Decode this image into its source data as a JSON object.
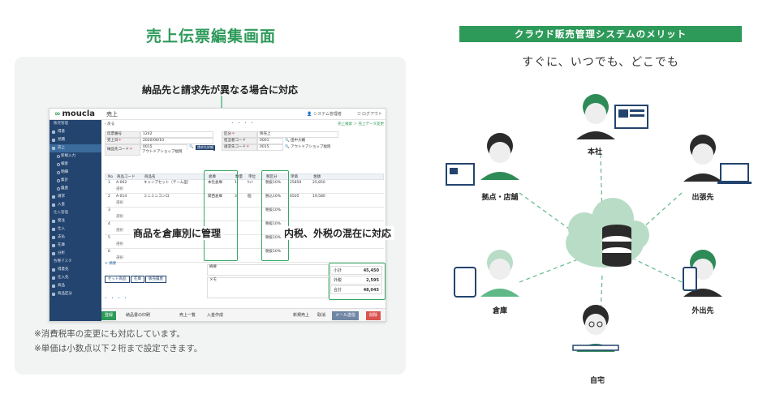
{
  "left": {
    "title": "売上伝票編集画面",
    "callout_top": "納品先と請求先が異なる場合に対応",
    "callout_warehouse": "商品を倉庫別に管理",
    "callout_tax": "内税、外税の混在に対応",
    "notes": [
      "※消費税率の変更にも対応しています。",
      "※単価は小数点以下２桁まで設定できます。"
    ]
  },
  "app": {
    "logo": "moucla",
    "title": "売上",
    "user": "システム管理者",
    "logout": "ログアウト",
    "back": "戻る",
    "breadcrumb": "売上検索 ＞ 売上データ変更",
    "sidebar": [
      {
        "label": "販売管理",
        "type": "head"
      },
      {
        "label": "得意",
        "type": "item"
      },
      {
        "label": "見積",
        "type": "item"
      },
      {
        "label": "売上",
        "type": "active"
      },
      {
        "label": "新規入力",
        "type": "sub"
      },
      {
        "label": "検索",
        "type": "sub"
      },
      {
        "label": "明細",
        "type": "sub"
      },
      {
        "label": "集計",
        "type": "sub"
      },
      {
        "label": "履歴",
        "type": "sub"
      },
      {
        "label": "請求",
        "type": "item"
      },
      {
        "label": "入金",
        "type": "item"
      },
      {
        "label": "仕入管理",
        "type": "head"
      },
      {
        "label": "発注",
        "type": "item"
      },
      {
        "label": "仕入",
        "type": "item"
      },
      {
        "label": "支払",
        "type": "item"
      },
      {
        "label": "在庫",
        "type": "item"
      },
      {
        "label": "分析",
        "type": "item"
      },
      {
        "label": "各種マスタ",
        "type": "head"
      },
      {
        "label": "得意先",
        "type": "item"
      },
      {
        "label": "仕入先",
        "type": "item"
      },
      {
        "label": "商品",
        "type": "item"
      },
      {
        "label": "商品区分",
        "type": "item"
      }
    ],
    "form": {
      "slip_no_label": "伝票番号",
      "slip_no": "1242",
      "date_label": "売上日",
      "date": "2020/06/10",
      "delivery_label": "納品先コード",
      "delivery_code": "0015",
      "delivery_name": "アウトドアショップ福岡",
      "billing_button": "請求先詳細",
      "kubun_label": "区分",
      "kubun": "掛売上",
      "staff_label": "担当者コード",
      "staff_code": "0001",
      "staff_name": "田中大輔",
      "bill_label": "請求先コード",
      "bill_code": "0015",
      "bill_name": "アウトドアショップ福岡"
    },
    "table_headers": [
      "No",
      "商品コード",
      "商品名",
      "倉庫",
      "数量",
      "単位",
      "税区分",
      "単価",
      "金額"
    ],
    "rows": [
      {
        "no": "1",
        "code": "A-002",
        "name": "キャンプセット（テーム型）",
        "warehouse": "本社倉庫",
        "qty": "1",
        "unit": "ｾｯﾄ",
        "tax": "税抜10%",
        "price": "25850",
        "amount": "25,850"
      },
      {
        "no": "2",
        "code": "A-014",
        "name": "ミニミニコンロ",
        "warehouse": "関西倉庫",
        "qty": "3",
        "unit": "個",
        "tax": "税込10%",
        "price": "6505",
        "amount": "19,580"
      },
      {
        "no": "3",
        "code": "",
        "name": "",
        "warehouse": "",
        "qty": "",
        "unit": "",
        "tax": "税抜10%",
        "price": "",
        "amount": ""
      },
      {
        "no": "4",
        "code": "",
        "name": "",
        "warehouse": "",
        "qty": "",
        "unit": "",
        "tax": "税抜10%",
        "price": "",
        "amount": ""
      },
      {
        "no": "5",
        "code": "",
        "name": "",
        "warehouse": "",
        "qty": "",
        "unit": "",
        "tax": "税抜10%",
        "price": "",
        "amount": ""
      },
      {
        "no": "6",
        "code": "",
        "name": "",
        "warehouse": "",
        "qty": "",
        "unit": "",
        "tax": "税抜10%",
        "price": "",
        "amount": ""
      }
    ],
    "select_label": "選択",
    "memo_label": "摘要",
    "memo2_label": "メモ",
    "sum": {
      "subtotal_label": "小計",
      "subtotal": "45,450",
      "tax_label": "外税",
      "tax": "2,595",
      "total_label": "合計",
      "total": "48,045"
    },
    "buttons": {
      "set": "セット商品",
      "stock": "在庫",
      "history": "販売履歴"
    },
    "bottom": {
      "save": "登録",
      "copy": "納品書の印刷",
      "list": "売上一覧",
      "create": "入金作成",
      "new": "新規売上",
      "cancel": "取消",
      "mail": "メール送信",
      "delete": "削除"
    }
  },
  "right": {
    "merit_title": "クラウド販売管理システムのメリット",
    "merit_sub": "すぐに、いつでも、どこでも",
    "nodes": [
      "本社",
      "拠点・店舗",
      "出張先",
      "倉庫",
      "外出先",
      "自宅"
    ]
  }
}
